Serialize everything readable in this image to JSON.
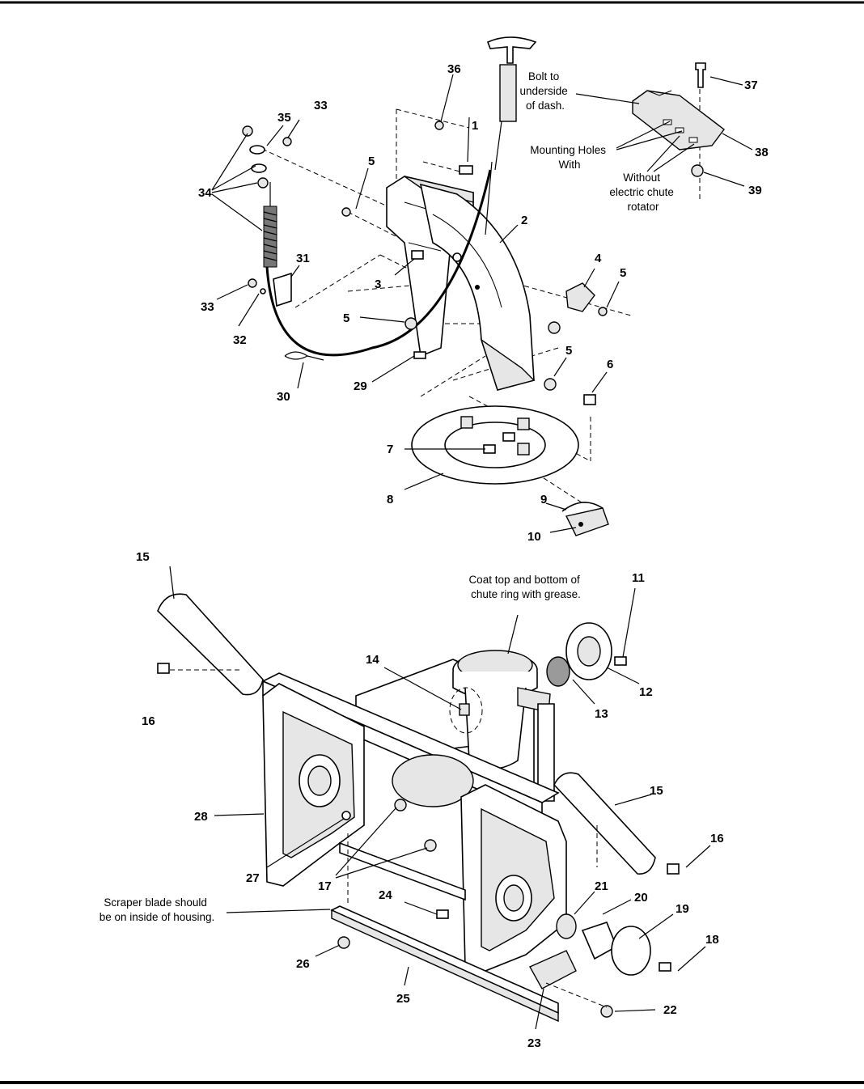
{
  "callouts": [
    {
      "id": "p1",
      "label": "1"
    },
    {
      "id": "p2",
      "label": "2"
    },
    {
      "id": "p3",
      "label": "3"
    },
    {
      "id": "p4",
      "label": "4"
    },
    {
      "id": "p5a",
      "label": "5"
    },
    {
      "id": "p5b",
      "label": "5"
    },
    {
      "id": "p5c",
      "label": "5"
    },
    {
      "id": "p5d",
      "label": "5"
    },
    {
      "id": "p6",
      "label": "6"
    },
    {
      "id": "p7",
      "label": "7"
    },
    {
      "id": "p8",
      "label": "8"
    },
    {
      "id": "p9",
      "label": "9"
    },
    {
      "id": "p10",
      "label": "10"
    },
    {
      "id": "p11",
      "label": "11"
    },
    {
      "id": "p12",
      "label": "12"
    },
    {
      "id": "p13",
      "label": "13"
    },
    {
      "id": "p14",
      "label": "14"
    },
    {
      "id": "p15a",
      "label": "15"
    },
    {
      "id": "p15b",
      "label": "15"
    },
    {
      "id": "p16a",
      "label": "16"
    },
    {
      "id": "p16b",
      "label": "16"
    },
    {
      "id": "p17",
      "label": "17"
    },
    {
      "id": "p18",
      "label": "18"
    },
    {
      "id": "p19",
      "label": "19"
    },
    {
      "id": "p20",
      "label": "20"
    },
    {
      "id": "p21",
      "label": "21"
    },
    {
      "id": "p22",
      "label": "22"
    },
    {
      "id": "p23",
      "label": "23"
    },
    {
      "id": "p24",
      "label": "24"
    },
    {
      "id": "p25",
      "label": "25"
    },
    {
      "id": "p26",
      "label": "26"
    },
    {
      "id": "p27",
      "label": "27"
    },
    {
      "id": "p28",
      "label": "28"
    },
    {
      "id": "p29",
      "label": "29"
    },
    {
      "id": "p30",
      "label": "30"
    },
    {
      "id": "p31",
      "label": "31"
    },
    {
      "id": "p32",
      "label": "32"
    },
    {
      "id": "p33a",
      "label": "33"
    },
    {
      "id": "p33b",
      "label": "33"
    },
    {
      "id": "p34",
      "label": "34"
    },
    {
      "id": "p35",
      "label": "35"
    },
    {
      "id": "p36",
      "label": "36"
    },
    {
      "id": "p37",
      "label": "37"
    },
    {
      "id": "p38",
      "label": "38"
    },
    {
      "id": "p39",
      "label": "39"
    }
  ],
  "notes": {
    "bolt_dash": [
      "Bolt to",
      "underside",
      "of dash."
    ],
    "mounting_holes_with": [
      "Mounting Holes",
      "With"
    ],
    "without_rotator": [
      "Without",
      "electric chute",
      "rotator"
    ],
    "grease": [
      "Coat top and bottom of",
      "chute ring with grease."
    ],
    "scraper": [
      "Scraper blade should",
      "be on inside of housing."
    ]
  }
}
